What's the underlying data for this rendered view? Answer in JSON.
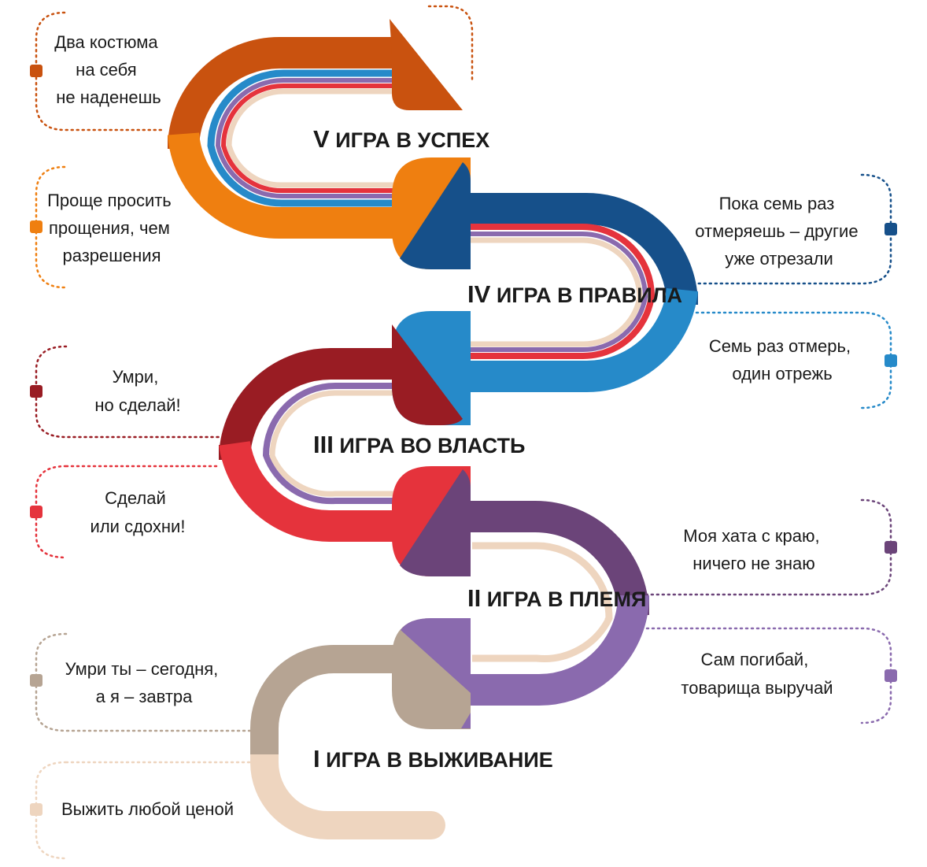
{
  "colors": {
    "stage1_light": "#eed5bf",
    "stage1_dark": "#b6a493",
    "stage2_light": "#8a6aae",
    "stage2_dark": "#6b4479",
    "stage3_light": "#e5333c",
    "stage3_dark": "#991c23",
    "stage4_light": "#268ac9",
    "stage4_dark": "#16508a",
    "stage5_light": "#ef7f10",
    "stage5_dark": "#c9520f"
  },
  "stages": [
    {
      "roman": "I",
      "title": "ИГРА В ВЫЖИВАНИЕ",
      "quotes": [
        [
          "Умри ты – сегодня,",
          "а я – завтра"
        ],
        [
          "Выжить любой ценой"
        ]
      ]
    },
    {
      "roman": "II",
      "title": "ИГРА В ПЛЕМЯ",
      "quotes": [
        [
          "Моя хата с краю,",
          "ничего не знаю"
        ],
        [
          "Сам погибай,",
          "товарища выручай"
        ]
      ]
    },
    {
      "roman": "III",
      "title": "ИГРА ВО ВЛАСТЬ",
      "quotes": [
        [
          "Умри,",
          "но сделай!"
        ],
        [
          "Сделай",
          "или сдохни!"
        ]
      ]
    },
    {
      "roman": "IV",
      "title": "ИГРА В ПРАВИЛА",
      "quotes": [
        [
          "Пока семь раз",
          "отмеряешь – другие",
          "уже отрезали"
        ],
        [
          "Семь раз отмерь,",
          "один отрежь"
        ]
      ]
    },
    {
      "roman": "V",
      "title": "ИГРА В УСПЕХ",
      "quotes": [
        [
          "Два костюма",
          "на себя",
          "не наденешь"
        ],
        [
          "Проще просить",
          "прощения, чем",
          "разрешения"
        ]
      ]
    }
  ]
}
